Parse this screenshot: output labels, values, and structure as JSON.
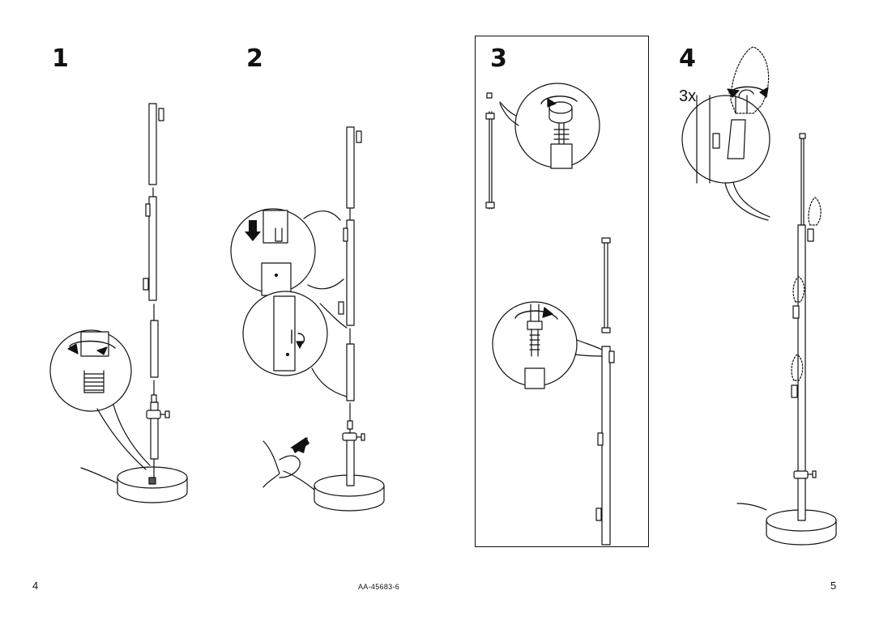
{
  "steps": [
    {
      "number": "1"
    },
    {
      "number": "2"
    },
    {
      "number": "3"
    },
    {
      "number": "4",
      "quantity": "3x"
    }
  ],
  "footer": {
    "left_page": "4",
    "code": "AA-45683-6",
    "right_page": "5"
  }
}
